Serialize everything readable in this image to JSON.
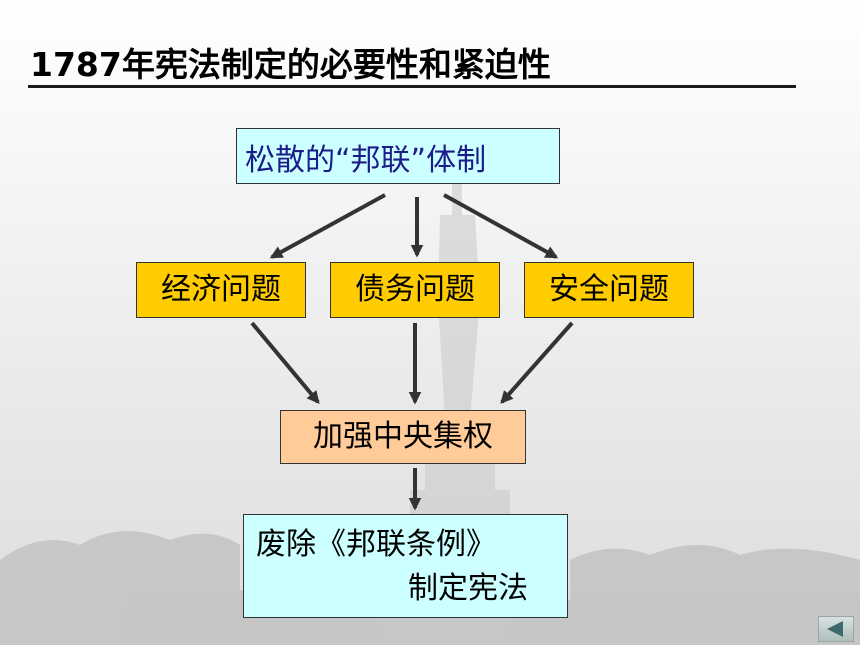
{
  "title": "1787年宪法制定的必要性和紧迫性",
  "diagram": {
    "top": "松散的“邦联”体制",
    "problems": [
      "经济问题",
      "债务问题",
      "安全问题"
    ],
    "central": "加强中央集权",
    "result_line1": "废除《邦联条例》",
    "result_line2": "制定宪法"
  },
  "colors": {
    "cyan_box": "#ccffff",
    "problem_box": "#ffcc00",
    "central_box": "#ffcc99",
    "arrow": "#333333"
  },
  "nav": {
    "icon": "back-triangle-icon"
  }
}
